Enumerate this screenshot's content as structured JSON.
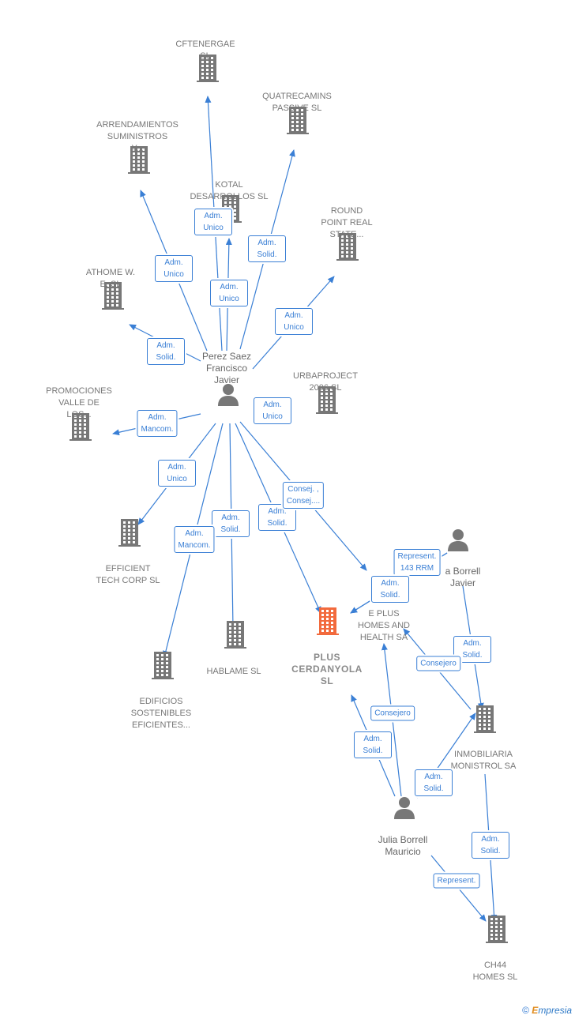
{
  "colors": {
    "edge": "#3a7fd5",
    "company_icon": "#777777",
    "focal_icon": "#f26a3d",
    "person_icon": "#777777"
  },
  "nodes": [
    {
      "id": "cftenergae",
      "label": "CFTENERGAE\nSL",
      "kind": "company"
    },
    {
      "id": "quatrecamins",
      "label": "QUATRECAMINS\nPASSIVE  SL",
      "kind": "company"
    },
    {
      "id": "arrendamientos",
      "label": "ARRENDAMIENTOS\nSUMINISTROS\nY...",
      "kind": "company"
    },
    {
      "id": "kotal",
      "label": "KOTAL\nDESARROLLOS SL",
      "kind": "company"
    },
    {
      "id": "roundpoint",
      "label": "ROUND\nPOINT REAL\nSTATE...",
      "kind": "company"
    },
    {
      "id": "athome",
      "label": "ATHOME W.\nE.  SL",
      "kind": "company"
    },
    {
      "id": "perez",
      "label": "Perez Saez\nFrancisco\nJavier",
      "kind": "person"
    },
    {
      "id": "urbaproject",
      "label": "URBAPROJECT\n2006 SL",
      "kind": "company"
    },
    {
      "id": "promociones",
      "label": "PROMOCIONES\nVALLE DE\nLOS...",
      "kind": "company"
    },
    {
      "id": "efficient",
      "label": "EFFICIENT\nTECH CORP SL",
      "kind": "company"
    },
    {
      "id": "hablame",
      "label": "HABLAME  SL",
      "kind": "company"
    },
    {
      "id": "edificios",
      "label": "EDIFICIOS\nSOSTENIBLES\nEFICIENTES...",
      "kind": "company"
    },
    {
      "id": "plus",
      "label": "PLUS\nCERDANYOLA\nSL",
      "kind": "focal"
    },
    {
      "id": "eplus",
      "label": "E PLUS\nHOMES AND\nHEALTH SA",
      "kind": "company"
    },
    {
      "id": "borrelljavier",
      "label": "a Borrell\nJavier",
      "kind": "person"
    },
    {
      "id": "inmobiliaria",
      "label": "INMOBILIARIA\nMONISTROL SA",
      "kind": "company"
    },
    {
      "id": "julia",
      "label": "Julia Borrell\nMauricio",
      "kind": "person"
    },
    {
      "id": "ch44",
      "label": "CH44\nHOMES  SL",
      "kind": "company"
    }
  ],
  "edges": [
    {
      "from": "perez",
      "to": "cftenergae",
      "label": "Adm.\nUnico"
    },
    {
      "from": "perez",
      "to": "quatrecamins",
      "label": "Adm.\nSolid."
    },
    {
      "from": "perez",
      "to": "arrendamientos",
      "label": "Adm.\nUnico"
    },
    {
      "from": "perez",
      "to": "kotal",
      "label": "Adm.\nUnico"
    },
    {
      "from": "perez",
      "to": "roundpoint",
      "label": "Adm.\nUnico"
    },
    {
      "from": "perez",
      "to": "athome",
      "label": "Adm.\nSolid."
    },
    {
      "from": "perez",
      "to": "urbaproject",
      "label": "Adm.\nUnico"
    },
    {
      "from": "perez",
      "to": "promociones",
      "label": "Adm.\nMancom."
    },
    {
      "from": "perez",
      "to": "efficient",
      "label": "Adm.\nUnico"
    },
    {
      "from": "perez",
      "to": "hablame",
      "label": "Adm.\nSolid."
    },
    {
      "from": "perez",
      "to": "edificios",
      "label": "Adm.\nMancom."
    },
    {
      "from": "perez",
      "to": "plus",
      "label": "Adm.\nSolid."
    },
    {
      "from": "perez",
      "to": "eplus",
      "label": "Consej. ,\nConsej...."
    },
    {
      "from": "borrelljavier",
      "to": "plus",
      "label": "Represent.\n143 RRM"
    },
    {
      "from": "borrelljavier",
      "to": "plus",
      "label": "Adm.\nSolid."
    },
    {
      "from": "borrelljavier",
      "to": "inmobiliaria",
      "label": "Adm.\nSolid."
    },
    {
      "from": "inmobiliaria",
      "to": "eplus",
      "label": "Consejero"
    },
    {
      "from": "julia",
      "to": "eplus",
      "label": "Consejero"
    },
    {
      "from": "julia",
      "to": "plus",
      "label": "Adm.\nSolid."
    },
    {
      "from": "julia",
      "to": "inmobiliaria",
      "label": "Adm.\nSolid."
    },
    {
      "from": "inmobiliaria",
      "to": "ch44",
      "label": "Adm.\nSolid."
    },
    {
      "from": "julia",
      "to": "ch44",
      "label": "Represent."
    }
  ],
  "footer": {
    "copyright": "©",
    "brand_e": "E",
    "brand_rest": "mpresia"
  }
}
